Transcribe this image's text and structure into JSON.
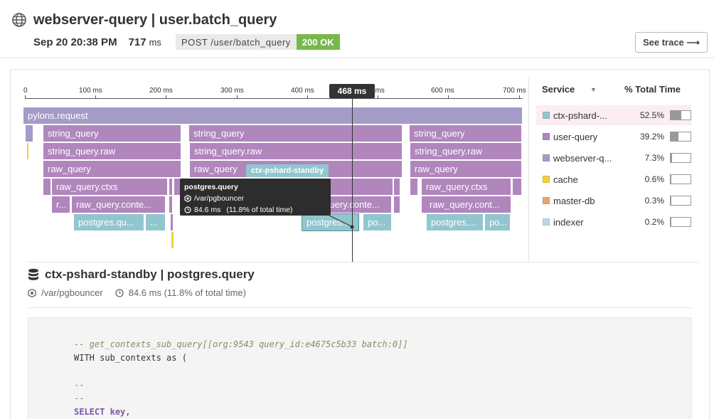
{
  "header": {
    "title": "webserver-query | user.batch_query",
    "date": "Sep 20 20:38 PM",
    "duration_value": "717",
    "duration_unit": "ms",
    "method_path": "POST /user/batch_query",
    "status": "200 OK",
    "see_trace_label": "See trace ⟶"
  },
  "colors": {
    "status_ok": "#77b84c",
    "webserver": "#a49bc8",
    "user_query": "#b086bd",
    "postgres": "#92c6cf",
    "cache": "#f2cf3d",
    "master_db": "#e9a46c",
    "indexer": "#b6d7e8"
  },
  "flame": {
    "ticks": [
      "0",
      "100 ms",
      "200 ms",
      "300 ms",
      "400 ms",
      "500 ms",
      "600 ms",
      "700 ms"
    ],
    "cursor_label": "468 ms",
    "bars": {
      "root": "pylons.request",
      "sq1": "string_query",
      "sq2": "string_query",
      "sq3": "string_query",
      "sqr1": "string_query.raw",
      "sqr2": "string_query.raw",
      "sqr3": "string_query.raw",
      "rq1": "raw_query",
      "rq2": "raw_query",
      "rq3": "raw_query",
      "rqc1": "raw_query.ctxs",
      "rqc2": "raw_query.ctxs",
      "rqc3": "raw_query.ctxs",
      "r_short": "r...",
      "rqco1": "raw_query.conte...",
      "rqco2": "raw_query.conte...",
      "rqco3": "raw_query.cont...",
      "pg1": "postgres.qu...",
      "pg1b": "...",
      "pg2": "postgres...",
      "pg2b": "po...",
      "pg3": "postgres....",
      "pg3b": "po..."
    },
    "hover_label": "ctx-pshard-standby",
    "tooltip": {
      "title": "postgres.query",
      "resource": "/var/pgbouncer",
      "time": "84.6 ms",
      "time_pct": "(11.8% of total time)"
    }
  },
  "legend": {
    "col_service": "Service",
    "col_sort": "▼",
    "col_pct": "% Total Time",
    "rows": [
      {
        "name": "ctx-pshard-...",
        "pct": "52.5%",
        "fill": 0.525,
        "color": "#92c6cf"
      },
      {
        "name": "user-query",
        "pct": "39.2%",
        "fill": 0.392,
        "color": "#b086bd"
      },
      {
        "name": "webserver-q...",
        "pct": "7.3%",
        "fill": 0.073,
        "color": "#a49bc8"
      },
      {
        "name": "cache",
        "pct": "0.6%",
        "fill": 0.006,
        "color": "#f2cf3d"
      },
      {
        "name": "master-db",
        "pct": "0.3%",
        "fill": 0.003,
        "color": "#e9a46c"
      },
      {
        "name": "indexer",
        "pct": "0.2%",
        "fill": 0.002,
        "color": "#b6d7e8"
      }
    ]
  },
  "detail": {
    "title": "ctx-pshard-standby | postgres.query",
    "resource": "/var/pgbouncer",
    "time": "84.6 ms (11.8% of total time)",
    "code": {
      "l1": "-- get_contexts_sub_query[[org:9543 query_id:e4675c5b33 batch:0]]",
      "l2": "WITH sub_contexts as (",
      "l3": "--",
      "l4": "--",
      "l5_kw": "SELECT",
      "l5_kw2": "key",
      "l5_rest": ","
    }
  }
}
